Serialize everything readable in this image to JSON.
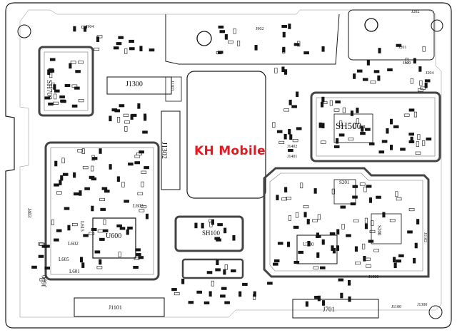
{
  "watermark": "KH Mobile",
  "refs": {
    "sh700": "SH700",
    "j1300": "J1300",
    "j1302": "J1302",
    "j1103": "J1103",
    "sh500": "SH500",
    "u600": "U600",
    "l615": "L615",
    "l602": "L602",
    "l603": "L603",
    "l605": "L605",
    "l601": "L601",
    "u300": "U300",
    "s201": "S201",
    "s200": "S200",
    "sh100": "SH100",
    "j1101": "J1101",
    "j701": "J701",
    "j1300b": "J1300",
    "j600": "J600",
    "j403": "J403",
    "j1102": "J1102",
    "j400": "J400",
    "j902": "J902",
    "j904": "J904",
    "j201": "J201",
    "j1401": "J1401",
    "j1402": "J1402",
    "j204": "J204",
    "j202": "J202",
    "j1100": "J1100",
    "j1600": "J1600"
  },
  "colors": {
    "outline": "#1a1a1a",
    "shield": "#4a4a4a",
    "component": "#141414",
    "watermark": "#e3171e"
  }
}
